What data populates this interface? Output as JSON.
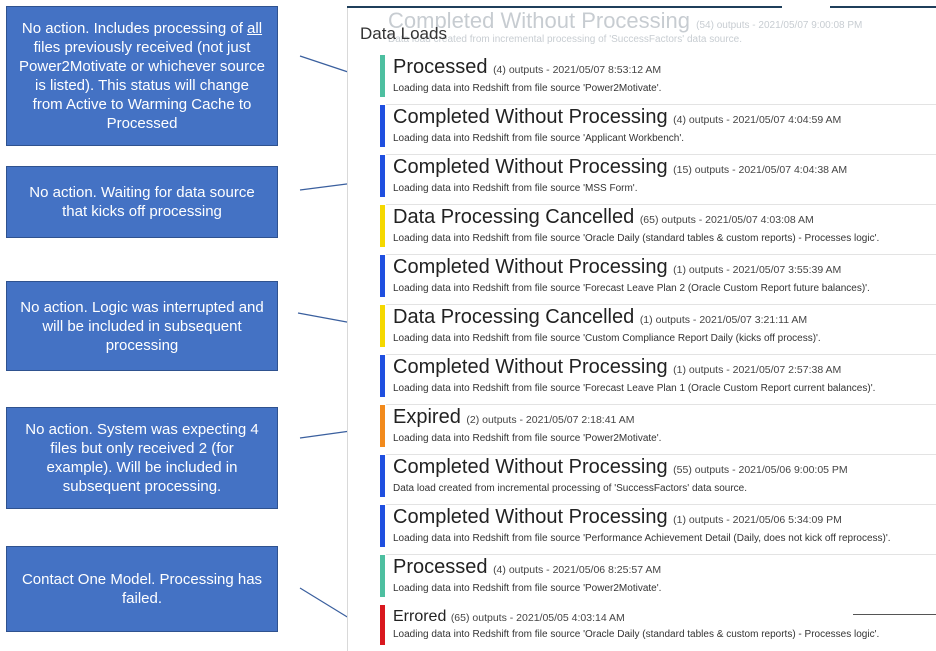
{
  "callouts": [
    {
      "text_before": "No action. Includes processing of ",
      "underlined": "all",
      "text_after": " files previously received (not just Power2Motivate or whichever source is listed). This status will change from Active to Warming Cache to Processed"
    },
    {
      "text": "No action. Waiting for data source that kicks off processing"
    },
    {
      "text": "No action. Logic was interrupted and will be included in subsequent processing"
    },
    {
      "text": "No action. System was expecting 4 files but only received 2 (for example). Will be included in subsequent processing."
    },
    {
      "text": "Contact One Model. Processing has failed."
    }
  ],
  "panel": {
    "title": "Data Loads",
    "ghost_row": {
      "status": "Completed Without Processing",
      "meta": "(54) outputs - 2021/05/07 9:00:08 PM",
      "desc": "Data load created from incremental processing of 'SuccessFactors' data source."
    }
  },
  "loads": [
    {
      "status": "Processed",
      "meta": "(4) outputs - 2021/05/07 8:53:12 AM",
      "desc": "Loading data into Redshift from file source 'Power2Motivate'.",
      "color": "#4dbfa0"
    },
    {
      "status": "Completed Without Processing",
      "meta": "(4) outputs - 2021/05/07 4:04:59 AM",
      "desc": "Loading data into Redshift from file source 'Applicant Workbench'.",
      "color": "#1f4fe0"
    },
    {
      "status": "Completed Without Processing",
      "meta": "(15) outputs - 2021/05/07 4:04:38 AM",
      "desc": "Loading data into Redshift from file source 'MSS Form'.",
      "color": "#1f4fe0"
    },
    {
      "status": "Data Processing Cancelled",
      "meta": "(65) outputs - 2021/05/07 4:03:08 AM",
      "desc": "Loading data into Redshift from file source 'Oracle Daily (standard tables & custom reports) - Processes logic'.",
      "color": "#f5d800"
    },
    {
      "status": "Completed Without Processing",
      "meta": "(1) outputs - 2021/05/07 3:55:39 AM",
      "desc": "Loading data into Redshift from file source 'Forecast Leave Plan 2 (Oracle Custom Report future balances)'.",
      "color": "#1f4fe0"
    },
    {
      "status": "Data Processing Cancelled",
      "meta": "(1) outputs - 2021/05/07 3:21:11 AM",
      "desc": "Loading data into Redshift from file source 'Custom Compliance Report Daily (kicks off process)'.",
      "color": "#f5d800"
    },
    {
      "status": "Completed Without Processing",
      "meta": "(1) outputs - 2021/05/07 2:57:38 AM",
      "desc": "Loading data into Redshift from file source 'Forecast Leave Plan 1 (Oracle Custom Report current balances)'.",
      "color": "#1f4fe0"
    },
    {
      "status": "Expired",
      "meta": "(2) outputs - 2021/05/07 2:18:41 AM",
      "desc": "Loading data into Redshift from file source 'Power2Motivate'.",
      "color": "#f28a1c"
    },
    {
      "status": "Completed Without Processing",
      "meta": "(55) outputs - 2021/05/06 9:00:05 PM",
      "desc": "Data load created from incremental processing of 'SuccessFactors' data source.",
      "color": "#1f4fe0"
    },
    {
      "status": "Completed Without Processing",
      "meta": "(1) outputs - 2021/05/06 5:34:09 PM",
      "desc": "Loading data into Redshift from file source 'Performance Achievement Detail (Daily, does not kick off reprocess)'.",
      "color": "#1f4fe0"
    },
    {
      "status": "Processed",
      "meta": "(4) outputs - 2021/05/06 8:25:57 AM",
      "desc": "Loading data into Redshift from file source 'Power2Motivate'.",
      "color": "#4dbfa0"
    },
    {
      "status": "Errored",
      "meta": "(65) outputs - 2021/05/05 4:03:14 AM",
      "desc": "Loading data into Redshift from file source 'Oracle Daily (standard tables & custom reports) - Processes logic'.",
      "color": "#d9181e"
    }
  ]
}
